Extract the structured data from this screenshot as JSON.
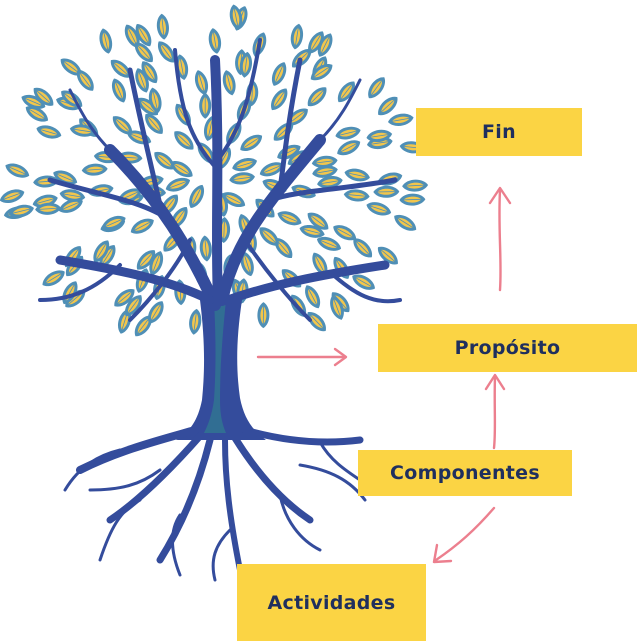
{
  "colors": {
    "box_fill": "#fbd444",
    "box_text": "#1f2f5e",
    "arrow": "#ec7f8e",
    "trunk": "#344c9c",
    "trunk_inner": "#2f8a8c",
    "leaf_outer": "#4f8fb6",
    "leaf_inner": "#f2c64c"
  },
  "boxes": {
    "fin": "Fin",
    "proposito": "Propósito",
    "componentes": "Componentes",
    "actividades": "Actividades"
  }
}
